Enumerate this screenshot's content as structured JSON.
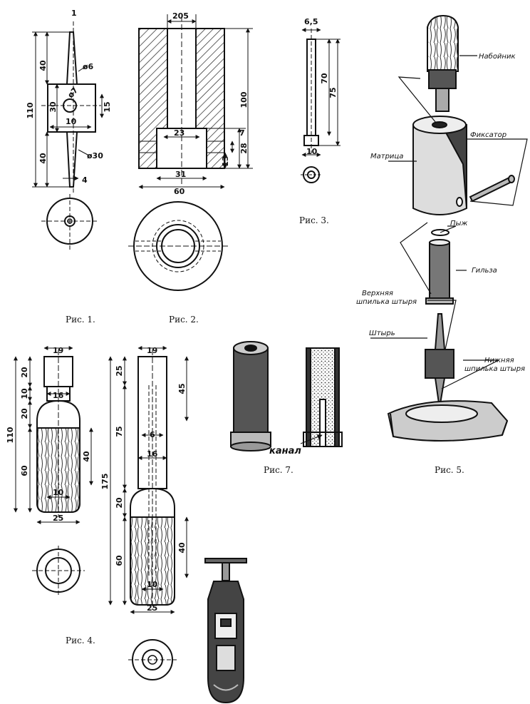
{
  "figures": {
    "fig1": {
      "caption": "Рис. 1.",
      "dims": {
        "d1": "1",
        "d2": "40",
        "d3": "ø6",
        "d4": "ø7",
        "d5": "110",
        "d6": "30",
        "d7": "15",
        "d8": "10",
        "d9": "ø30",
        "d10": "40",
        "d11": "4"
      }
    },
    "fig2": {
      "caption": "Рис. 2.",
      "dims": {
        "d1": "205",
        "d2": "100",
        "d3": "23",
        "d4": "7",
        "d5": "28",
        "d6": "13",
        "d7": "31",
        "d8": "60"
      }
    },
    "fig3": {
      "caption": "Рис. 3.",
      "dims": {
        "d1": "6,5",
        "d2": "70",
        "d3": "75",
        "d4": "10"
      }
    },
    "fig4": {
      "caption": "Рис. 4.",
      "dims": {
        "a1": "19",
        "a2": "20",
        "a3": "10",
        "a4": "16",
        "a5": "20",
        "a6": "110",
        "a7": "40",
        "a8": "60",
        "a9": "10",
        "a10": "25",
        "b1": "19",
        "b2": "25",
        "b3": "45",
        "b4": "75",
        "b5": "6",
        "b6": "16",
        "b7": "175",
        "b8": "20",
        "b9": "40",
        "b10": "60",
        "b11": "10",
        "b12": "25"
      }
    },
    "fig5": {
      "caption": "Рис. 5.",
      "labels": {
        "l1": "Набойник",
        "l2": "Фиксатор",
        "l3": "Матрица",
        "l4": "Пыж",
        "l5": "Гильза",
        "l6": "Верхняя",
        "l7": "шпилька штыря",
        "l8": "Штырь",
        "l9": "Нижняя",
        "l10": "шпилька штыря"
      }
    },
    "fig7": {
      "caption": "Рис. 7.",
      "labels": {
        "l1": "канал"
      }
    }
  }
}
